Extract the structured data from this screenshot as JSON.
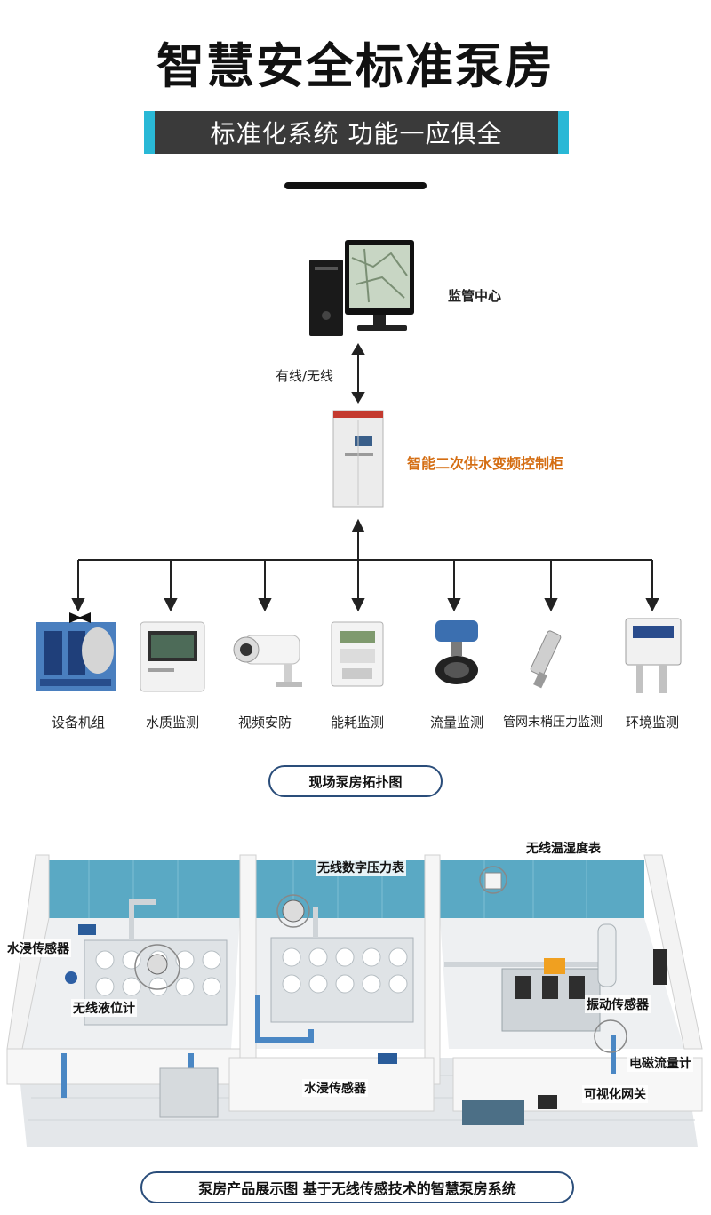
{
  "header": {
    "title": "智慧安全标准泵房",
    "subtitle": "标准化系统  功能一应俱全"
  },
  "topology": {
    "monitor_center": "监管中心",
    "link_label": "有线/无线",
    "control_cabinet": "智能二次供水变频控制柜",
    "devices": [
      {
        "label": "设备机组",
        "icon": "pump-unit-icon"
      },
      {
        "label": "水质监测",
        "icon": "water-quality-monitor-icon"
      },
      {
        "label": "视频安防",
        "icon": "security-camera-icon"
      },
      {
        "label": "能耗监测",
        "icon": "energy-meter-icon"
      },
      {
        "label": "流量监测",
        "icon": "flow-valve-icon"
      },
      {
        "label": "管网末梢压力监测",
        "icon": "pressure-sensor-icon"
      },
      {
        "label": "环境监测",
        "icon": "environment-sensor-icon"
      }
    ],
    "caption": "现场泵房拓扑图"
  },
  "room": {
    "callouts": {
      "water_immersion_left": "水浸传感器",
      "wireless_level_gauge": "无线液位计",
      "wireless_pressure_gauge": "无线数字压力表",
      "wireless_temp_humidity": "无线温湿度表",
      "vibration_sensor": "振动传感器",
      "electromagnetic_flowmeter": "电磁流量计",
      "water_immersion_center": "水浸传感器",
      "visual_gateway": "可视化网关"
    },
    "caption": "泵房产品展示图  基于无线传感技术的智慧泵房系统"
  },
  "colors": {
    "accent_cyan": "#29b8d6",
    "bar_dark": "#3a3a3a",
    "label_orange": "#d46d12",
    "wall_teal": "#5aa9c4",
    "caption_border": "#2a4d7a"
  }
}
